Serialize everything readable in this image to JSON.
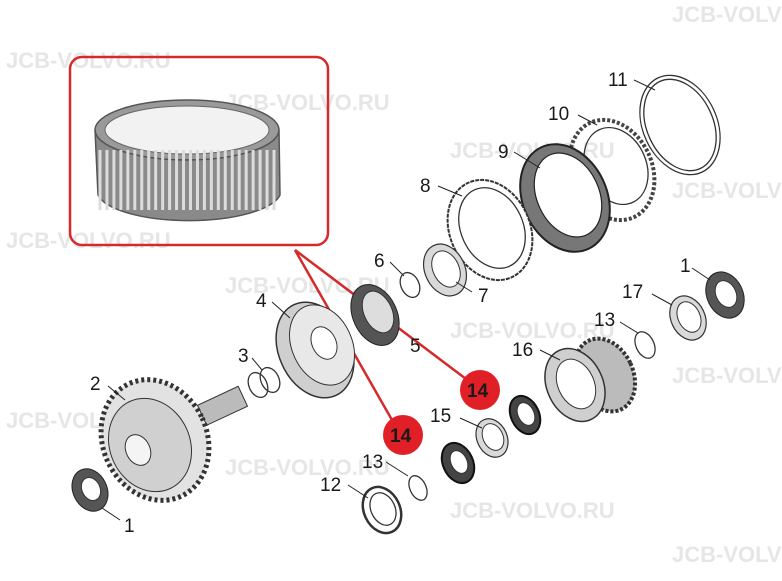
{
  "watermark": "JCB-VOLVO.RU",
  "parts": {
    "p1a": "1",
    "p1b": "1",
    "p2": "2",
    "p3": "3",
    "p4": "4",
    "p5": "5",
    "p6": "6",
    "p7": "7",
    "p8": "8",
    "p9": "9",
    "p10": "10",
    "p11": "11",
    "p12": "12",
    "p13a": "13",
    "p13b": "13",
    "p14a": "14",
    "p14b": "14",
    "p15": "15",
    "p16": "16",
    "p17": "17"
  },
  "colors": {
    "highlight": "#d62a2a",
    "frame": "#d62a2a",
    "badge": "#e01f26"
  }
}
